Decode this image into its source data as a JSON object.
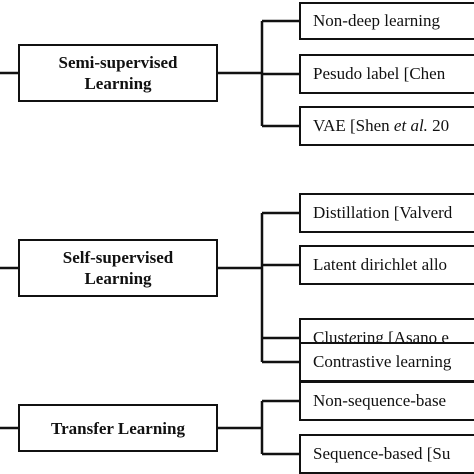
{
  "categories": {
    "semi": {
      "line1": "Semi-supervised",
      "line2": "Learning"
    },
    "self": {
      "line1": "Self-supervised",
      "line2": "Learning"
    },
    "transfer": {
      "line1": "Transfer Learning"
    }
  },
  "leaves": {
    "semi": [
      "Non-deep learning",
      "Pesudo label [Chen",
      "VAE [Shen et al. 20"
    ],
    "self": [
      "Distillation [Valverd",
      "Latent dirichlet allo",
      "Clustering [Asano e",
      "Contrastive learning"
    ],
    "transfer": [
      "Non-sequence-base",
      "Sequence-based [Su"
    ]
  }
}
